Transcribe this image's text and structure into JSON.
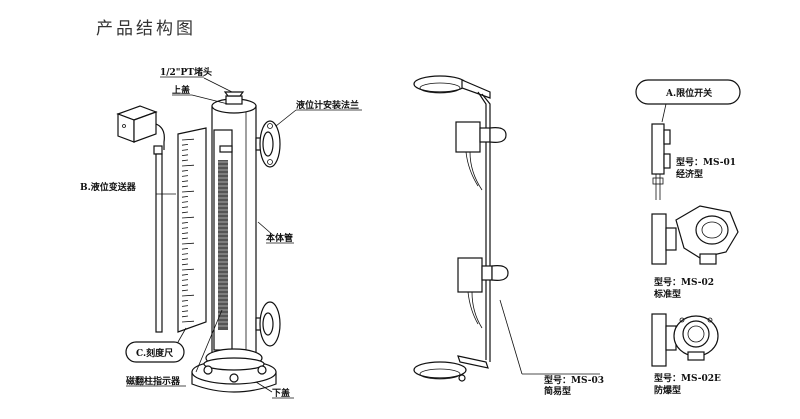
{
  "page": {
    "title": "产品结构图"
  },
  "diagram": {
    "labels": {
      "pt_plug": "1/2\"PT堵头",
      "top_cover": "上盖",
      "flange": "液位计安装法兰",
      "transmitter": "B.液位变送器",
      "body_tube": "本体管",
      "scale": "C.刻度尺",
      "indicator": "磁翻柱指示器",
      "bottom_cover": "下盖",
      "limit_switch": "A.限位开关",
      "ms03_model": "型号：MS-03",
      "ms03_type": "简易型",
      "ms01_model": "型号：MS-01",
      "ms01_type": "经济型",
      "ms02_model": "型号：MS-02",
      "ms02_type": "标准型",
      "ms02e_model": "型号：MS-02E",
      "ms02e_type": "防爆型"
    }
  }
}
